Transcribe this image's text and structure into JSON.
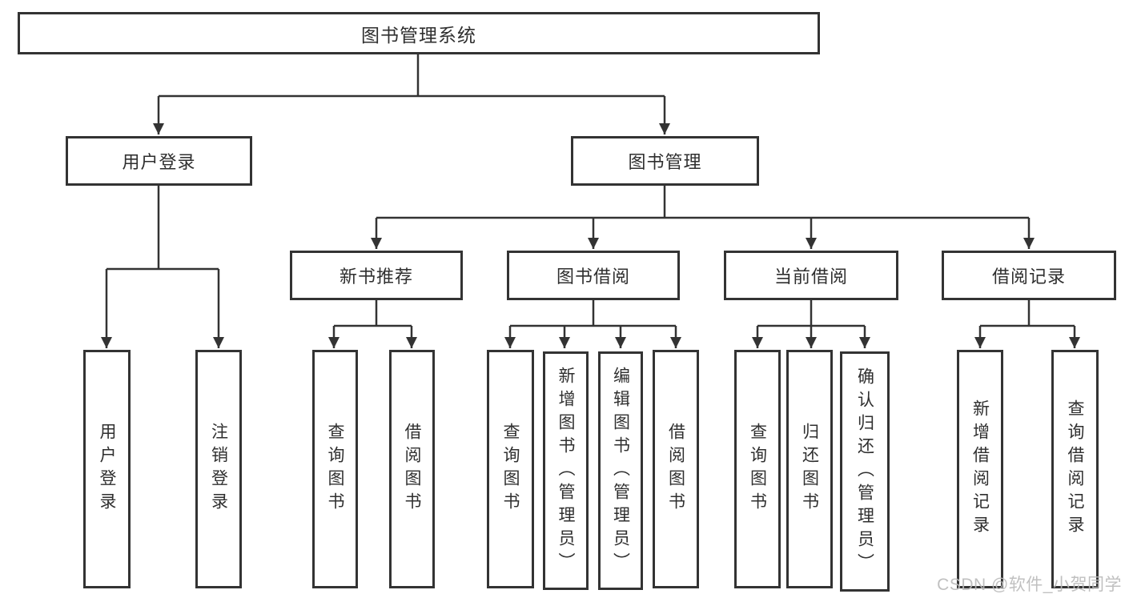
{
  "diagram": {
    "type": "hierarchy-tree",
    "root": {
      "label": "图书管理系统"
    },
    "branches": [
      {
        "label": "用户登录",
        "leaves": [
          {
            "label": "用户登录"
          },
          {
            "label": "注销登录"
          }
        ]
      },
      {
        "label": "图书管理",
        "groups": [
          {
            "label": "新书推荐",
            "leaves": [
              {
                "label": "查询图书"
              },
              {
                "label": "借阅图书"
              }
            ]
          },
          {
            "label": "图书借阅",
            "leaves": [
              {
                "label": "查询图书"
              },
              {
                "label": "新增图书（管理员）"
              },
              {
                "label": "编辑图书（管理员）"
              },
              {
                "label": "借阅图书"
              }
            ]
          },
          {
            "label": "当前借阅",
            "leaves": [
              {
                "label": "查询图书"
              },
              {
                "label": "归还图书"
              },
              {
                "label": "确认归还（管理员）"
              }
            ]
          },
          {
            "label": "借阅记录",
            "leaves": [
              {
                "label": "新增借阅记录"
              },
              {
                "label": "查询借阅记录"
              }
            ]
          }
        ]
      }
    ]
  },
  "watermark": {
    "text": "CSDN @软件_小贺同学"
  },
  "colors": {
    "line": "#333333",
    "box_border": "#333333",
    "text": "#2f2f2f",
    "watermark": "#b9b9b9",
    "background": "#ffffff"
  }
}
